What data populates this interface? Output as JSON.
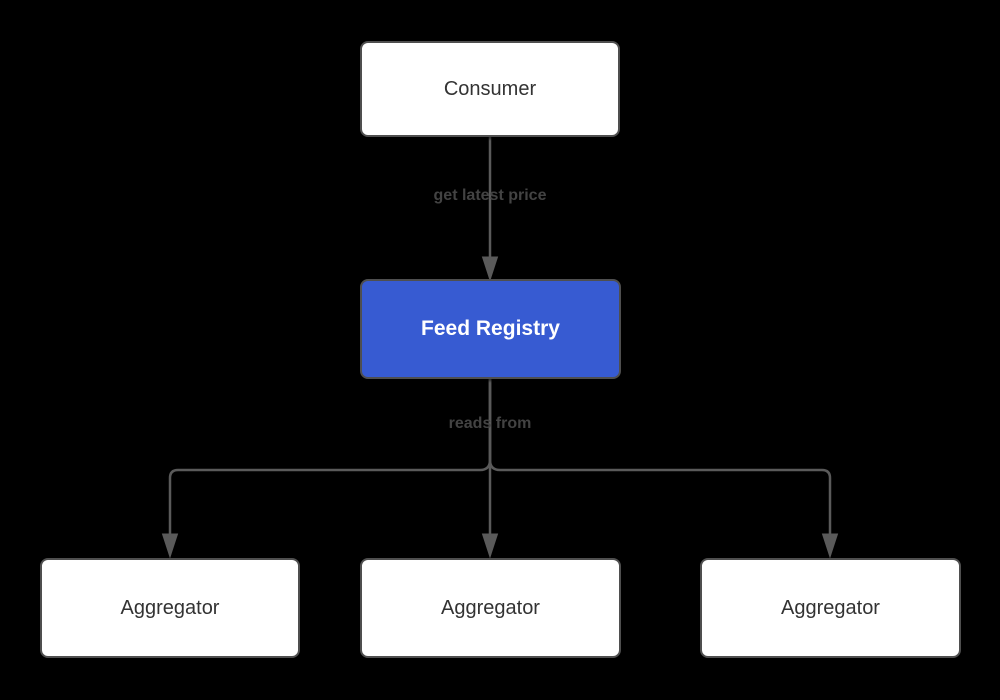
{
  "diagram": {
    "type": "flowchart-top-down",
    "nodes": {
      "consumer": {
        "label": "Consumer"
      },
      "feed_registry": {
        "label": "Feed Registry"
      },
      "aggregator_1": {
        "label": "Aggregator"
      },
      "aggregator_2": {
        "label": "Aggregator"
      },
      "aggregator_3": {
        "label": "Aggregator"
      }
    },
    "edges": {
      "consumer_to_registry": {
        "from": "Consumer",
        "to": "Feed Registry",
        "label": "get latest price"
      },
      "registry_to_aggregators": {
        "from": "Feed Registry",
        "to": "Aggregator (x3)",
        "label": "reads from"
      }
    },
    "colors": {
      "background": "#000000",
      "node_fill": "#ffffff",
      "node_border": "#4f4f4f",
      "node_text": "#333333",
      "accent_node_fill": "#375BD2",
      "accent_node_text": "#ffffff",
      "edge_line": "#5a5a5a",
      "edge_label_text": "#434343"
    }
  }
}
